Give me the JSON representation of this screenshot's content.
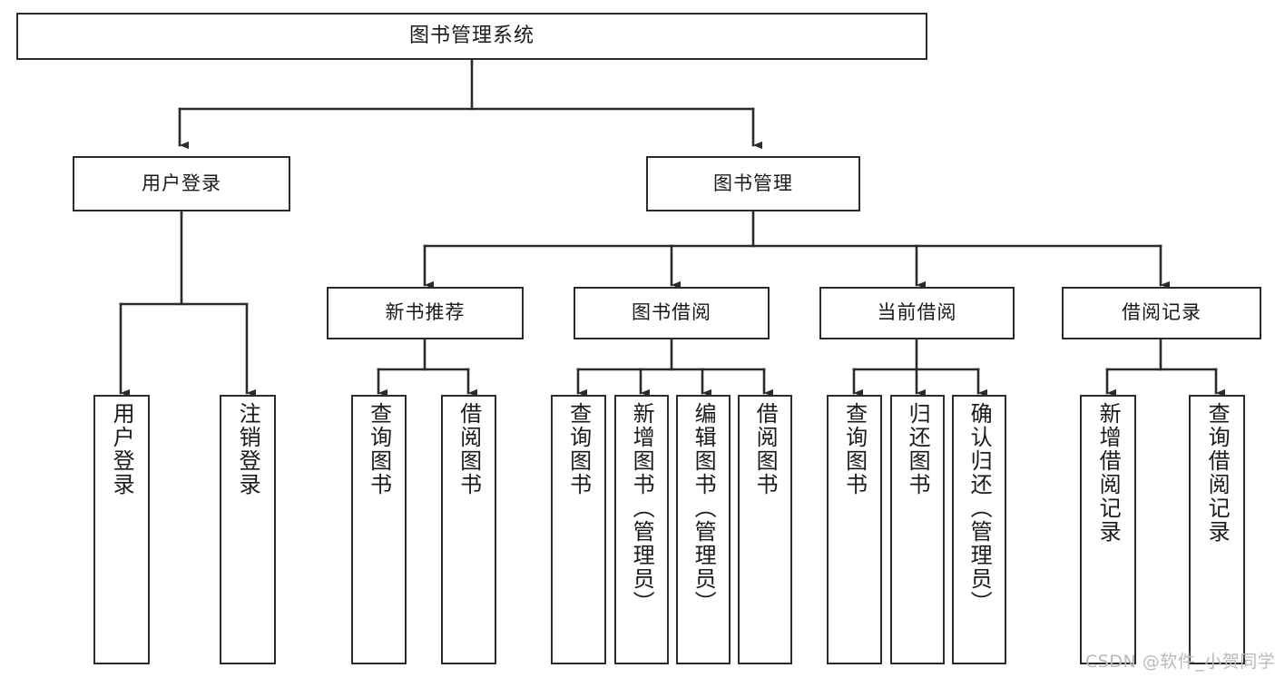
{
  "diagram": {
    "title": "图书管理系统",
    "type": "tree-hierarchy-chart",
    "root": {
      "label": "图书管理系统"
    },
    "level1": [
      {
        "id": "user-login",
        "label": "用户登录"
      },
      {
        "id": "book-manage",
        "label": "图书管理"
      }
    ],
    "level2": [
      {
        "id": "new-book-recommend",
        "label": "新书推荐",
        "parent": "book-manage"
      },
      {
        "id": "book-borrow",
        "label": "图书借阅",
        "parent": "book-manage"
      },
      {
        "id": "current-borrow",
        "label": "当前借阅",
        "parent": "book-manage"
      },
      {
        "id": "borrow-record",
        "label": "借阅记录",
        "parent": "book-manage"
      }
    ],
    "leaves": [
      {
        "id": "leaf-user-login",
        "label": "用户登录",
        "parent": "user-login"
      },
      {
        "id": "leaf-user-logout",
        "label": "注销登录",
        "parent": "user-login"
      },
      {
        "id": "leaf-query-book-1",
        "label": "查询图书",
        "parent": "new-book-recommend"
      },
      {
        "id": "leaf-borrow-book-1",
        "label": "借阅图书",
        "parent": "new-book-recommend"
      },
      {
        "id": "leaf-query-book-2",
        "label": "查询图书",
        "parent": "book-borrow"
      },
      {
        "id": "leaf-add-book",
        "label": "新增图书（管理员）",
        "parent": "book-borrow"
      },
      {
        "id": "leaf-edit-book",
        "label": "编辑图书（管理员）",
        "parent": "book-borrow"
      },
      {
        "id": "leaf-borrow-book-2",
        "label": "借阅图书",
        "parent": "book-borrow"
      },
      {
        "id": "leaf-query-book-3",
        "label": "查询图书",
        "parent": "current-borrow"
      },
      {
        "id": "leaf-return-book",
        "label": "归还图书",
        "parent": "current-borrow"
      },
      {
        "id": "leaf-confirm-return",
        "label": "确认归还（管理员）",
        "parent": "current-borrow"
      },
      {
        "id": "leaf-add-record",
        "label": "新增借阅记录",
        "parent": "borrow-record"
      },
      {
        "id": "leaf-query-record",
        "label": "查询借阅记录",
        "parent": "borrow-record"
      }
    ],
    "watermark": "CSDN @软件_小贺同学",
    "colors": {
      "stroke": "#2b2b2b",
      "fill": "#ffffff",
      "text": "#1a1a1a",
      "watermark": "#b9b9b9"
    }
  }
}
